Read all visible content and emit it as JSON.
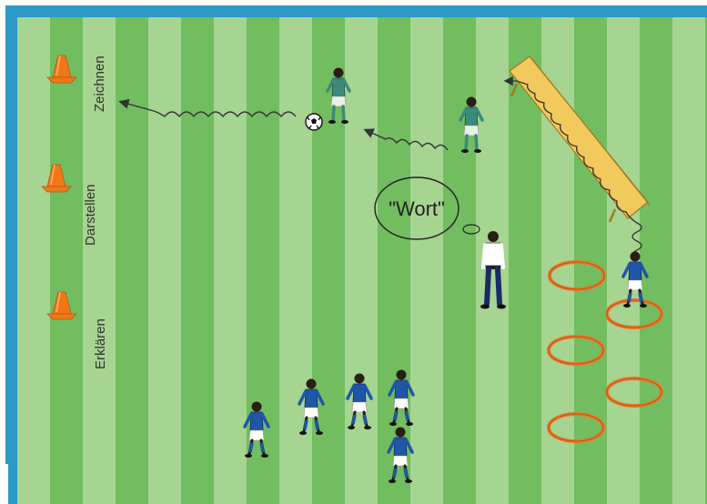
{
  "stations": [
    {
      "label": "Zeichnen"
    },
    {
      "label": "Darstellen"
    },
    {
      "label": "Erklären"
    }
  ],
  "speech_bubble": {
    "text": "\"Wort\""
  },
  "colors": {
    "frame": "#2a9bc4",
    "field_light": "#a6d491",
    "field_dark": "#72bd5f",
    "cone": "#f07818",
    "hoop": "#e8782a",
    "bench": "#f2c95c",
    "team_blue": "#1e56a8",
    "team_green": "#3b8a7a",
    "coach": "#ffffff"
  },
  "icons": [
    "cone-icon",
    "ball-icon",
    "bench-icon",
    "hoop-icon",
    "player-icon",
    "coach-icon",
    "speech-bubble-icon"
  ]
}
